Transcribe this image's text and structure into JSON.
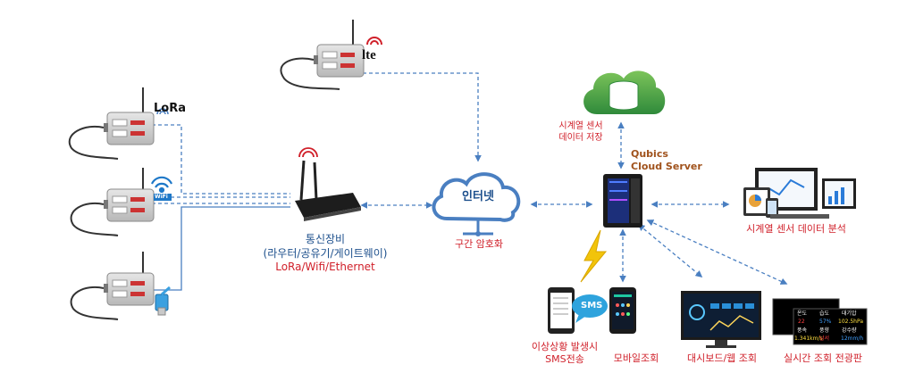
{
  "badges": {
    "lte": "lte",
    "lora": "LoRa",
    "wifi": "WiFi"
  },
  "cloud": {
    "label": "인터넷",
    "caption": "구간 암호화"
  },
  "network_device": {
    "title": "통신장비",
    "subtitle": "(라우터/공유기/게이트웨이)",
    "protocols": "LoRa/Wifi/Ethernet"
  },
  "storage": {
    "line1": "시계열 센서",
    "line2": "데이터 저장"
  },
  "server": {
    "line1": "Qubics",
    "line2": "Cloud Server"
  },
  "outputs": {
    "analysis": "시계열 센서 데이터 분석",
    "sms_bubble": "SMS",
    "sms_line1": "이상상황 발생시",
    "sms_line2": "SMS전송",
    "mobile": "모바일조회",
    "dashboard": "대시보드/웹 조회",
    "display": "실시간 조회 전광판"
  },
  "display_board": {
    "headers": [
      "온도",
      "습도",
      "대기압"
    ],
    "values": [
      "22",
      "57%",
      "102.5hPa"
    ],
    "headers2": [
      "풍속",
      "풍향",
      "강수량"
    ],
    "values2": [
      "1.341km/s",
      "남서",
      "12mm/h"
    ]
  },
  "colors": {
    "blue_line": "#4a7fc1",
    "red_text": "#d0202a",
    "brown_text": "#a0521c",
    "cloud_green": "#4caf50"
  }
}
